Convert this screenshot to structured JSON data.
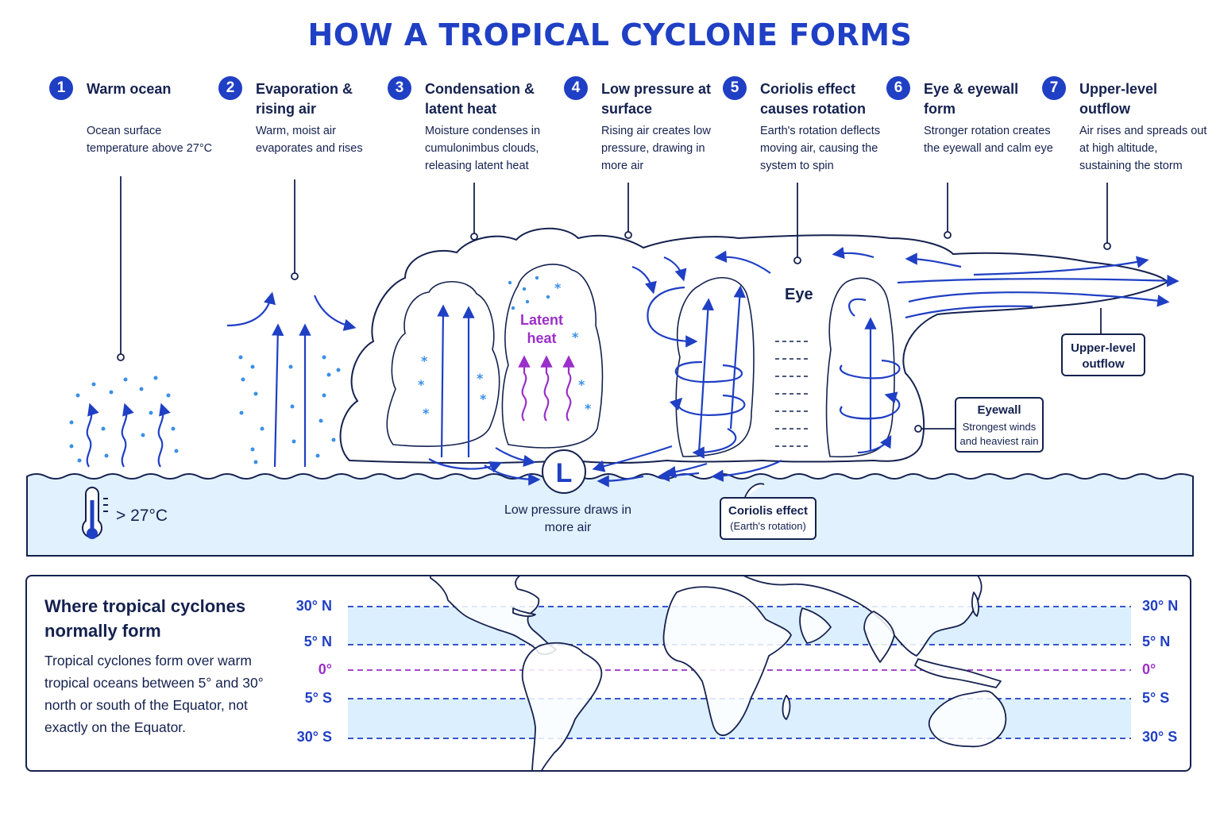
{
  "title": "HOW A TROPICAL CYCLONE FORMS",
  "steps": [
    {
      "number": "1",
      "title": "Warm ocean",
      "desc": "Ocean surface temperature above 27°C"
    },
    {
      "number": "2",
      "title": "Evaporation & rising air",
      "desc": "Warm, moist air evaporates and rises"
    },
    {
      "number": "3",
      "title": "Condensation & latent heat",
      "desc": "Moisture condenses in cumulonimbus clouds, releasing latent heat"
    },
    {
      "number": "4",
      "title": "Low pressure at surface",
      "desc": "Rising air creates low pressure, drawing in more air"
    },
    {
      "number": "5",
      "title": "Coriolis effect causes rotation",
      "desc": "Earth's rotation deflects moving air, causing the system to spin"
    },
    {
      "number": "6",
      "title": "Eye & eyewall form",
      "desc": "Stronger rotation creates the eyewall and calm eye"
    },
    {
      "number": "7",
      "title": "Upper-level outflow",
      "desc": "Air rises and spreads out at high altitude, sustaining the storm"
    }
  ],
  "diagram": {
    "latent_heat": "Latent heat",
    "eye": "Eye",
    "low_symbol": "L",
    "low_pressure_caption": "Low pressure draws in more air",
    "temperature": "> 27°C",
    "coriolis_callout": {
      "title": "Coriolis effect",
      "sub": "(Earth's rotation)"
    },
    "eyewall_callout": {
      "title": "Eyewall",
      "sub": "Strongest winds and heaviest rain"
    },
    "outflow_callout": {
      "title": "Upper-level outflow"
    }
  },
  "map": {
    "title": "Where tropical cyclones normally form",
    "desc": "Tropical cyclones form over warm tropical oceans between 5° and 30° north or south of the Equator, not exactly on the Equator.",
    "latitudes": [
      {
        "label": "30° N",
        "color": "#1f3fc4"
      },
      {
        "label": "5° N",
        "color": "#1f3fc4"
      },
      {
        "label": "0°",
        "color": "#9b2fc9"
      },
      {
        "label": "5° S",
        "color": "#1f3fc4"
      },
      {
        "label": "30° S",
        "color": "#1f3fc4"
      }
    ]
  },
  "colors": {
    "accent": "#1f3fc4",
    "text": "#14214f",
    "ocean": "#e1f1fd",
    "latent": "#9b2fc9",
    "droplet": "#3b8fe6"
  }
}
